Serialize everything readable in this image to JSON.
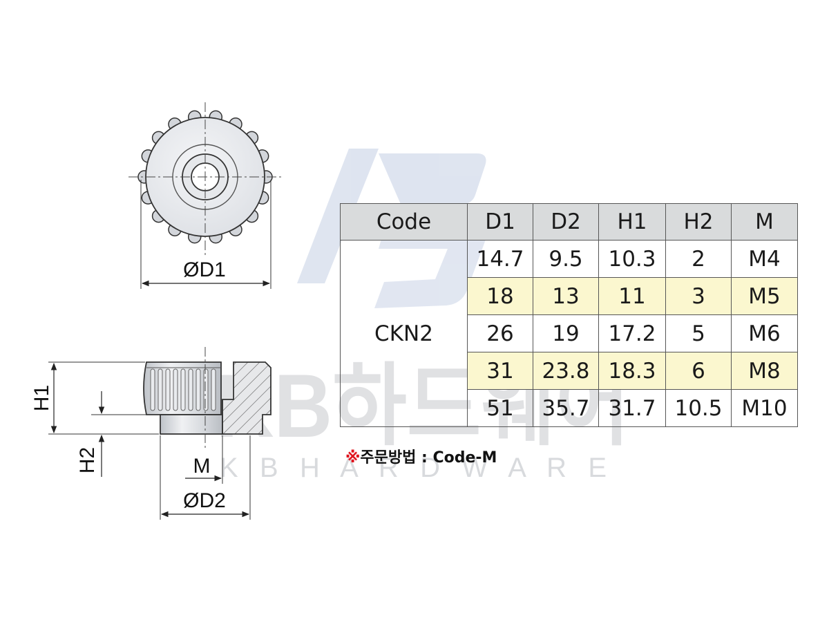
{
  "watermark": {
    "logo_text": "KB하드웨어",
    "sub_text": "K B  H A R D W A R E"
  },
  "dimensions": {
    "od1": "ØD1",
    "od2": "ØD2",
    "h1": "H1",
    "h2": "H2",
    "m": "M"
  },
  "table": {
    "headers": [
      "Code",
      "D1",
      "D2",
      "H1",
      "H2",
      "M"
    ],
    "code": "CKN2",
    "rows": [
      [
        "14.7",
        "9.5",
        "10.3",
        "2",
        "M4"
      ],
      [
        "18",
        "13",
        "11",
        "3",
        "M5"
      ],
      [
        "26",
        "19",
        "17.2",
        "5",
        "M6"
      ],
      [
        "31",
        "23.8",
        "18.3",
        "6",
        "M8"
      ],
      [
        "51",
        "35.7",
        "31.7",
        "10.5",
        "M10"
      ]
    ]
  },
  "note": {
    "mark": "※",
    "text": "주문방법 : Code-M"
  },
  "colors": {
    "header_bg": "#d9dbdc",
    "highlight_row": "#fbf7cf",
    "note_mark": "#e0141e",
    "watermark": "#c9d2e2"
  }
}
